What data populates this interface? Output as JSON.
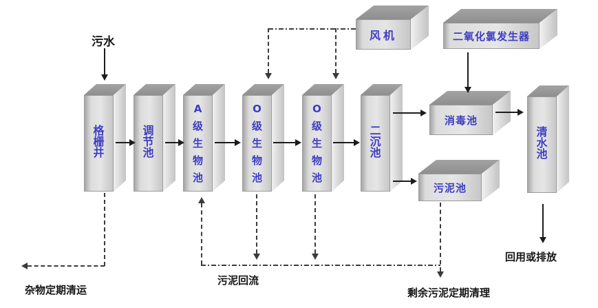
{
  "diagram": {
    "type": "process-flow",
    "subject": "wastewater treatment plant flow diagram",
    "colors": {
      "box_text": "#3d3dc2",
      "annotation_text": "#161616",
      "box_front": "#dcdcdc",
      "box_top": "#999999",
      "box_side": "#d8d8d8",
      "background": "#ffffff"
    }
  },
  "boxes": {
    "grid_well": {
      "label": "格栅井",
      "chars": [
        "格",
        "栅",
        "井"
      ]
    },
    "regulating_tank": {
      "label": "调节池",
      "chars": [
        "调",
        "节",
        "池"
      ]
    },
    "a_bio_tank": {
      "label": "A级生物池",
      "chars": [
        "A",
        "级",
        "生",
        "物",
        "池"
      ]
    },
    "o_bio_tank_1": {
      "label": "O级生物池",
      "chars": [
        "O",
        "级",
        "生",
        "物",
        "池"
      ]
    },
    "o_bio_tank_2": {
      "label": "O级生物池",
      "chars": [
        "O",
        "级",
        "生",
        "物",
        "池"
      ]
    },
    "secondary_sedimentation_tank": {
      "label": "二沉池",
      "chars": [
        "二",
        "沉",
        "池"
      ]
    },
    "clear_water_tank": {
      "label": "清水池",
      "chars": [
        "清",
        "水",
        "池"
      ]
    },
    "fan": {
      "label": "风机"
    },
    "chlorine_dioxide_generator": {
      "label": "二氧化氯发生器"
    },
    "disinfection_tank": {
      "label": "消毒池"
    },
    "sludge_tank": {
      "label": "污泥池"
    }
  },
  "labels": {
    "sewage_in": "污水",
    "debris_removal": "杂物定期清运",
    "sludge_return": "污泥回流",
    "excess_sludge_removal": "剩余污泥定期清理",
    "reuse_or_discharge": "回用或排放"
  },
  "flows_solid": [
    {
      "from": "污水",
      "to": "格栅井"
    },
    {
      "from": "格栅井",
      "to": "调节池"
    },
    {
      "from": "调节池",
      "to": "A级生物池"
    },
    {
      "from": "A级生物池",
      "to": "O级生物池"
    },
    {
      "from": "O级生物池",
      "to": "O级生物池"
    },
    {
      "from": "O级生物池",
      "to": "二沉池"
    },
    {
      "from": "二沉池",
      "to": "消毒池"
    },
    {
      "from": "二沉池",
      "to": "污泥池"
    },
    {
      "from": "二氧化氯发生器",
      "to": "消毒池"
    },
    {
      "from": "消毒池",
      "to": "清水池"
    },
    {
      "from": "清水池",
      "to": "回用或排放"
    }
  ],
  "flows_dashed": [
    {
      "from": "风机",
      "to": "O级生物池 (两座曝气)"
    },
    {
      "from": "格栅井",
      "to": "杂物定期清运"
    },
    {
      "from": "O级生物池",
      "to": "污泥回流线"
    },
    {
      "from": "污泥回流线",
      "to": "A级生物池"
    },
    {
      "from": "污泥池",
      "to": "剩余污泥定期清理"
    }
  ]
}
